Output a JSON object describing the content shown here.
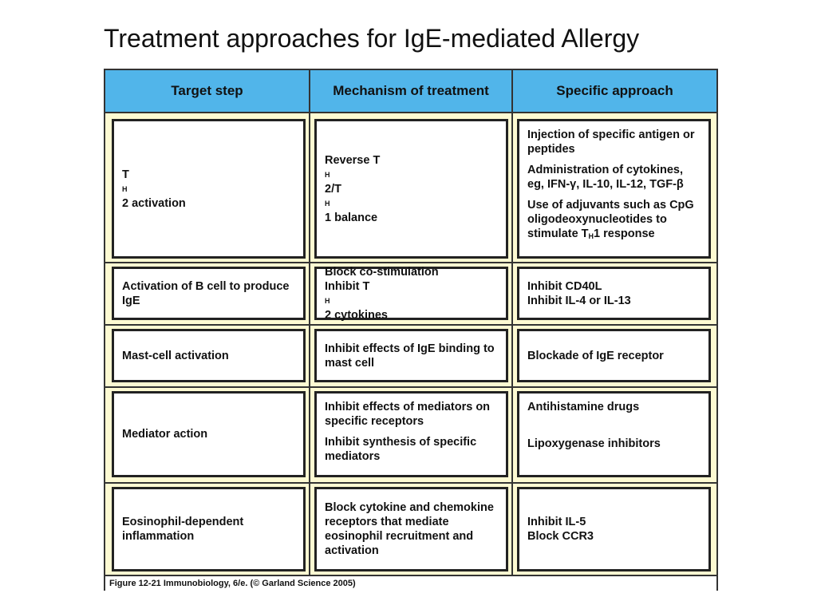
{
  "slide": {
    "title": "Treatment approaches for IgE-mediated Allergy"
  },
  "table": {
    "headers": [
      "Target step",
      "Mechanism of treatment",
      "Specific approach"
    ],
    "rows": [
      {
        "target": [
          "T<sub>H</sub>2  activation"
        ],
        "mechanism": [
          "Reverse T<sub>H</sub>2/T<sub>H</sub>1  balance"
        ],
        "approach": [
          "Injection of specific antigen or  peptides",
          "Administration of cytokines, eg, IFN-γ, IL-10, IL-12, TGF-β",
          "Use of adjuvants such as CpG oligodeoxynucleotides to stimulate T<sub>H</sub>1 response"
        ]
      },
      {
        "target": [
          "Activation of  B  cell to produce IgE"
        ],
        "mechanism": [
          "Block co-stimulation<br>Inhibit T<sub>H</sub>2  cytokines"
        ],
        "approach": [
          "Inhibit CD40L<br>Inhibit IL-4  or  IL-13"
        ]
      },
      {
        "target": [
          "Mast-cell activation"
        ],
        "mechanism": [
          "Inhibit effects of  IgE binding to  mast  cell"
        ],
        "approach": [
          "Blockade of  IgE  receptor"
        ]
      },
      {
        "target": [
          "Mediator action"
        ],
        "mechanism": [
          "Inhibit effects of mediators on  specific receptors",
          "Inhibit synthesis of specific mediators"
        ],
        "approach": [
          "Antihistamine drugs",
          "Lipoxygenase inhibitors"
        ]
      },
      {
        "target": [
          "Eosinophil-dependent inflammation"
        ],
        "mechanism": [
          "Block cytokine and chemokine receptors that mediate eosinophil recruitment and activation"
        ],
        "approach": [
          "Inhibit IL-5<br>Block CCR3"
        ]
      }
    ]
  },
  "caption": "Figure 12-21  Immunobiology, 6/e. (© Garland Science 2005)",
  "colors": {
    "header_bg": "#51b5ea",
    "figure_bg": "#fdfad2"
  }
}
